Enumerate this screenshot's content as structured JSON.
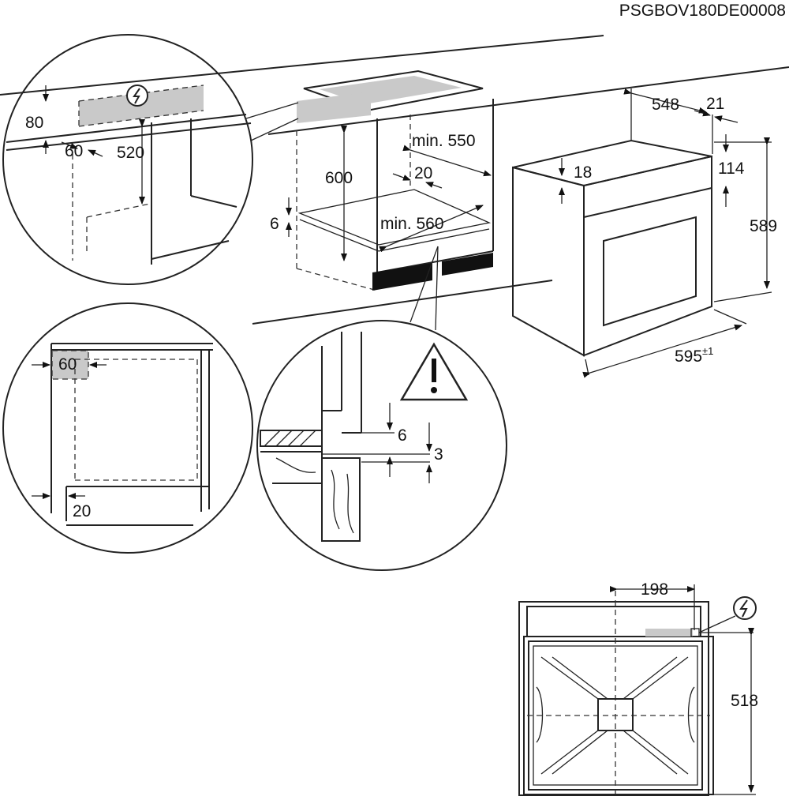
{
  "doc_code": "PSGBOV180DE00008",
  "main_view": {
    "dim_cutout_height": "600",
    "dim_depth_min": "min. 550",
    "dim_width_min": "min. 560",
    "dim_rear_gap": "20",
    "dim_shelf_gap": "6"
  },
  "oven_view": {
    "dim_depth": "548",
    "dim_panel_depth": "21",
    "dim_panel_height": "114",
    "dim_top_offset": "18",
    "dim_height": "589",
    "dim_width": "595",
    "dim_width_tolerance": "±1"
  },
  "detail_top_left": {
    "dim_vent_height": "80",
    "dim_vent_depth": "60",
    "dim_socket_height": "520"
  },
  "detail_mid_left": {
    "dim_vent": "60",
    "dim_bottom_gap": "20"
  },
  "detail_warning": {
    "dim_gap_a": "6",
    "dim_gap_b": "3"
  },
  "bottom_view": {
    "dim_socket_offset": "198",
    "dim_height": "518"
  },
  "icons": [
    "electric-socket-icon",
    "warning-triangle-icon",
    "arrow-icon"
  ]
}
